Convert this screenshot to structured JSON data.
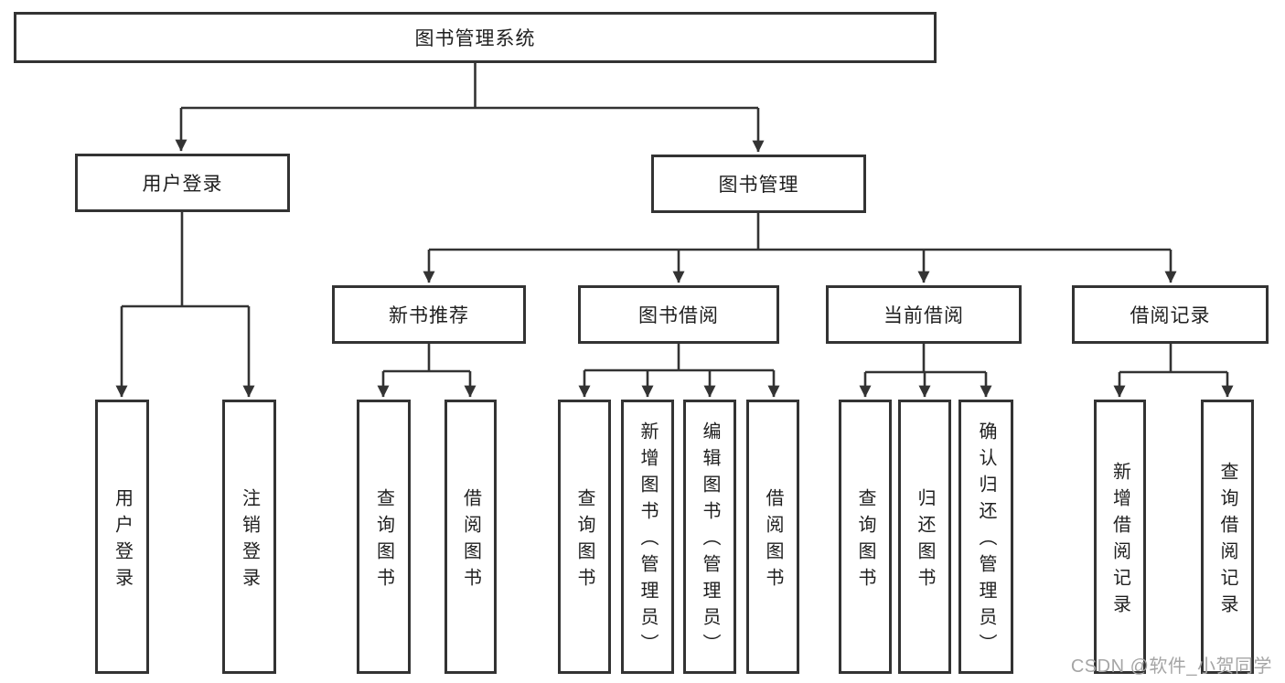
{
  "diagram": {
    "title": "图书管理系统",
    "nodes": {
      "root": {
        "label": "图书管理系统"
      },
      "level1": [
        {
          "label": "用户登录"
        },
        {
          "label": "图书管理"
        }
      ],
      "level2": [
        {
          "label": "新书推荐"
        },
        {
          "label": "图书借阅"
        },
        {
          "label": "当前借阅"
        },
        {
          "label": "借阅记录"
        }
      ],
      "leaves": [
        {
          "label": "用户登录",
          "parent": "用户登录"
        },
        {
          "label": "注销登录",
          "parent": "用户登录"
        },
        {
          "label": "查询图书",
          "parent": "新书推荐"
        },
        {
          "label": "借阅图书",
          "parent": "新书推荐"
        },
        {
          "label": "查询图书",
          "parent": "图书借阅"
        },
        {
          "label": "新增图书（管理员）",
          "parent": "图书借阅"
        },
        {
          "label": "编辑图书（管理员）",
          "parent": "图书借阅"
        },
        {
          "label": "借阅图书",
          "parent": "图书借阅"
        },
        {
          "label": "查询图书",
          "parent": "当前借阅"
        },
        {
          "label": "归还图书",
          "parent": "当前借阅"
        },
        {
          "label": "确认归还（管理员）",
          "parent": "当前借阅"
        },
        {
          "label": "新增借阅记录",
          "parent": "借阅记录"
        },
        {
          "label": "查询借阅记录",
          "parent": "借阅记录"
        }
      ]
    },
    "colors": {
      "line": "#333333",
      "text": "#1f1f1f",
      "box_background": "#ffffff",
      "watermark": "#a5a5a5",
      "background": "#ffffff"
    }
  },
  "watermark": {
    "text": "CSDN @软件_小贺同学"
  }
}
